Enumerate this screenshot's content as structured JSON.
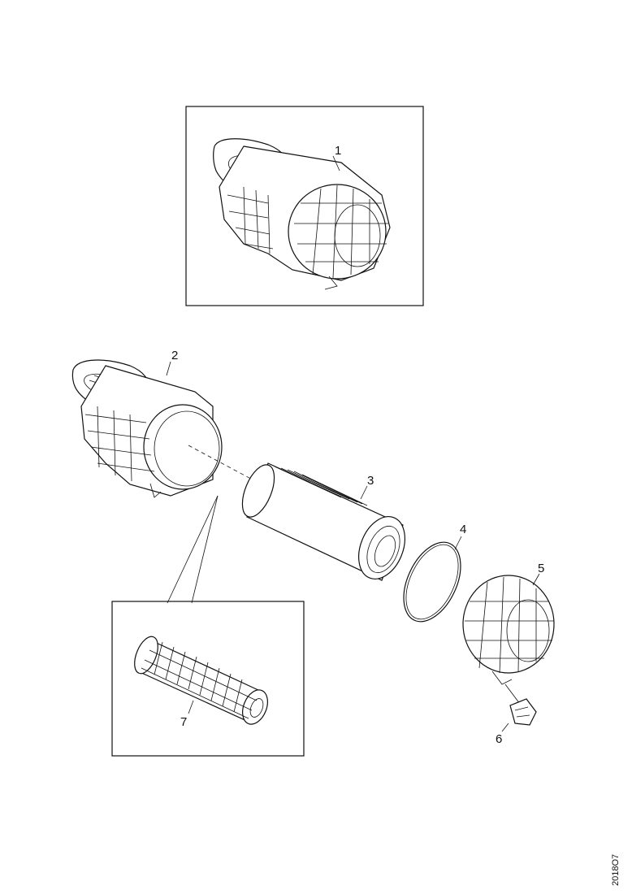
{
  "callouts": [
    "1",
    "2",
    "3",
    "4",
    "5",
    "6",
    "7"
  ],
  "drawing_code": "2018O7"
}
